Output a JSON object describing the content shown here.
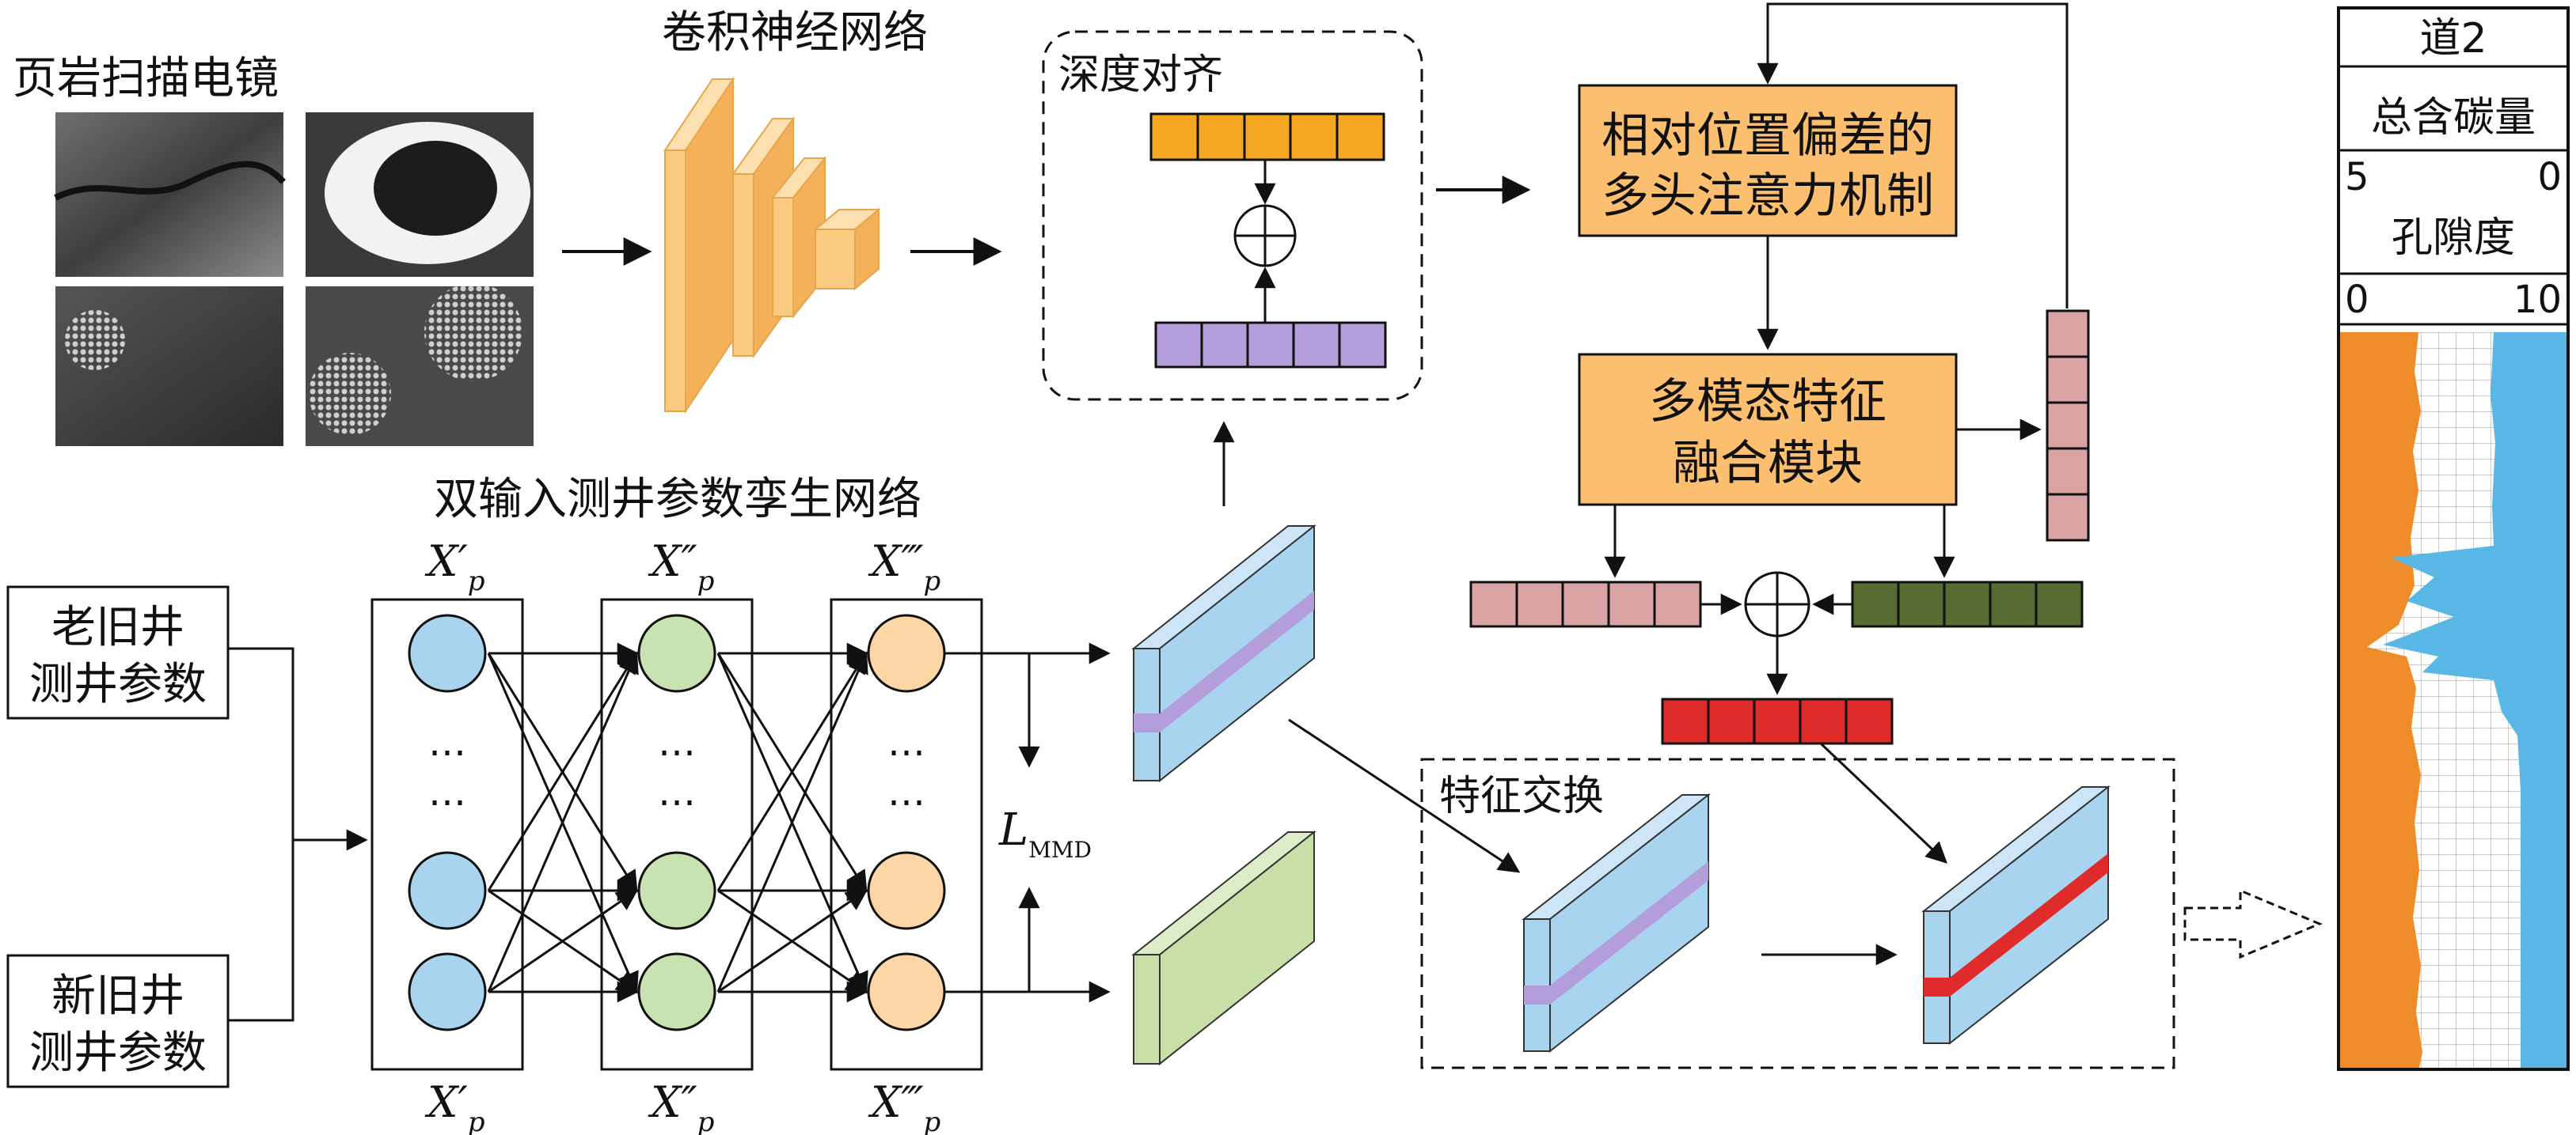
{
  "sem": {
    "title": "页岩扫描电镜"
  },
  "cnn": {
    "title": "卷积神经网络"
  },
  "depth_align": {
    "title": "深度对齐"
  },
  "attention": {
    "line1": "相对位置偏差的",
    "line2": "多头注意力机制"
  },
  "fusion": {
    "line1": "多模态特征",
    "line2": "融合模块"
  },
  "siamese": {
    "title": "双输入测井参数孪生网络"
  },
  "inputs": {
    "old": {
      "line1": "老旧井",
      "line2": "测井参数"
    },
    "new": {
      "line1": "新旧井",
      "line2": "测井参数"
    }
  },
  "layer_labels": {
    "top": [
      "X′",
      "X″",
      "X‴"
    ],
    "bottom": [
      "X′",
      "X″",
      "X‴"
    ],
    "subscript": "p"
  },
  "ellipsis": "…",
  "loss": {
    "symbol": "L",
    "subscript": "MMD"
  },
  "feature_swap": {
    "title": "特征交换"
  },
  "track": {
    "name": "道2",
    "curve1": "总含碳量",
    "curve1_left": "5",
    "curve1_right": "0",
    "curve2": "孔隙度",
    "curve2_left": "0",
    "curve2_right": "10"
  },
  "colors": {
    "orange": "#f5a623",
    "light_orange_box": "#fbbf6f",
    "purple": "#b39ddb",
    "blue_light": "#a8d4f0",
    "green_light": "#c8e0a8",
    "node_blue": "#a8d4f0",
    "node_green": "#c9e3b0",
    "node_orange": "#fdd6a6",
    "pink": "#d9a3a3",
    "dark_green": "#556b2f",
    "red": "#e02b2b",
    "log_orange": "#ef8c2a",
    "log_blue": "#59b7e6"
  }
}
